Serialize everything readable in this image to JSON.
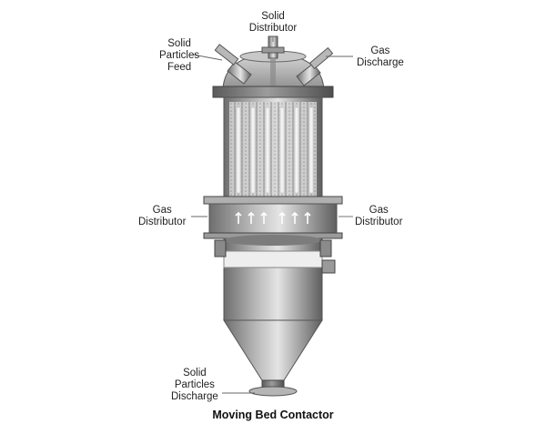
{
  "labels": {
    "solid_distributor": [
      "Solid",
      "Distributor"
    ],
    "solid_particles_feed": [
      "Solid",
      "Particles",
      "Feed"
    ],
    "gas_discharge": [
      "Gas",
      "Discharge"
    ],
    "gas_distributor_left": [
      "Gas",
      "Distributor"
    ],
    "gas_distributor_right": [
      "Gas",
      "Distributor"
    ],
    "solid_particles_discharge": [
      "Solid",
      "Particles",
      "Discharge"
    ]
  },
  "caption": "Moving Bed Contactor",
  "colors": {
    "shell_dark": "#6e6e6e",
    "shell_mid": "#a8a8a8",
    "shell_light": "#e4e4e4",
    "tube_light": "#f2f2f2",
    "text": "#222222"
  }
}
